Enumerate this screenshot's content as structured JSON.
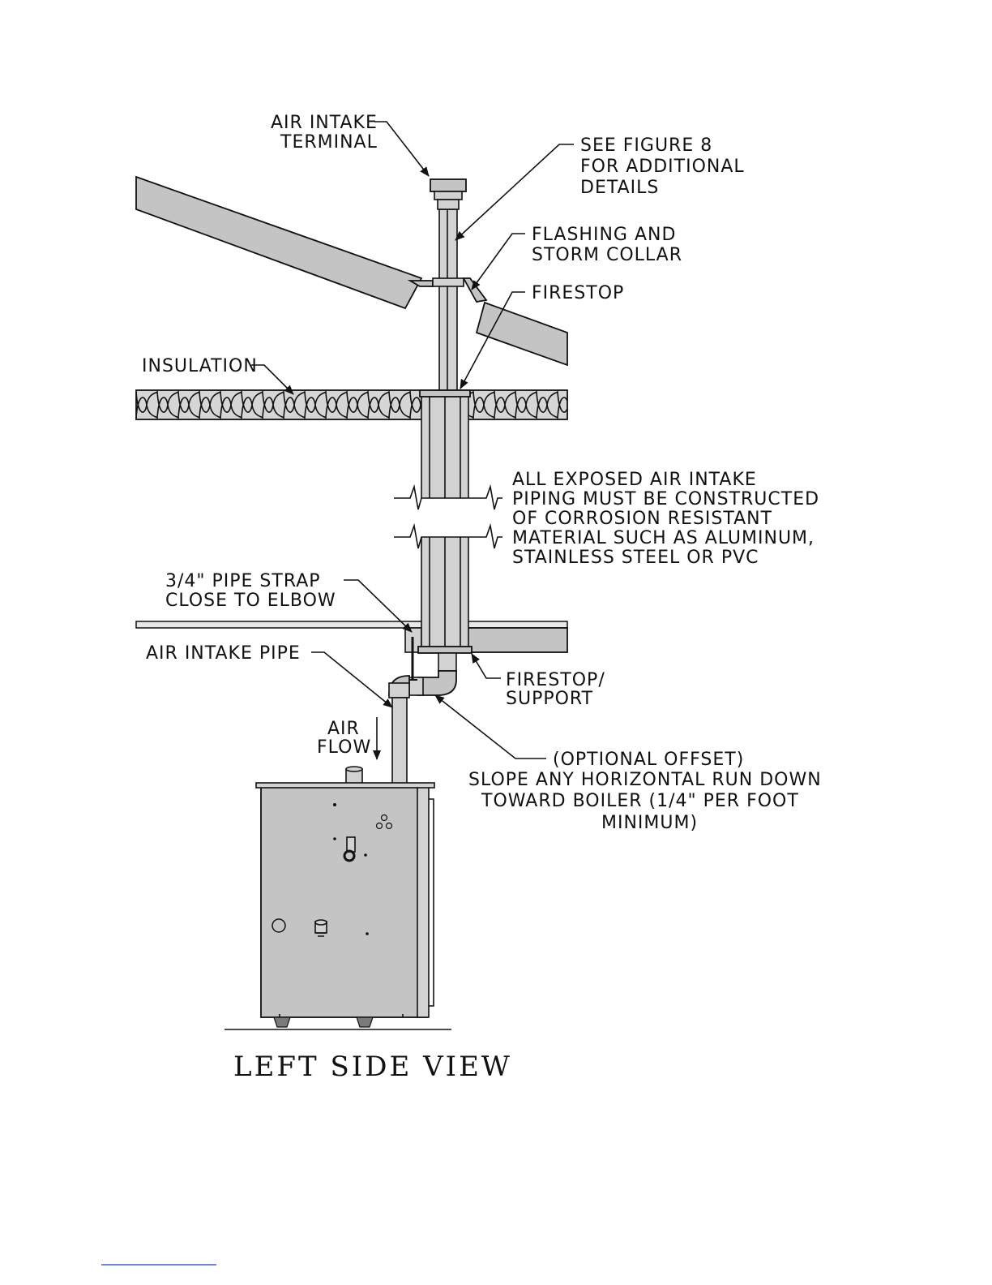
{
  "labels": {
    "air_intake_terminal": [
      "AIR INTAKE",
      "TERMINAL"
    ],
    "see_figure": [
      "SEE FIGURE 8",
      "FOR ADDITIONAL",
      "DETAILS"
    ],
    "flashing": [
      "FLASHING AND",
      "STORM COLLAR"
    ],
    "firestop_top": [
      "FIRESTOP"
    ],
    "insulation": [
      "INSULATION"
    ],
    "exposed_piping_note": [
      "ALL EXPOSED AIR INTAKE",
      "PIPING MUST BE CONSTRUCTED",
      "OF CORROSION RESISTANT",
      "MATERIAL SUCH AS ALUMINUM,",
      "STAINLESS STEEL OR PVC"
    ],
    "pipe_strap": [
      "3/4\" PIPE STRAP",
      "CLOSE TO ELBOW"
    ],
    "air_intake_pipe": [
      "AIR INTAKE PIPE"
    ],
    "firestop_support": [
      "FIRESTOP/",
      "SUPPORT"
    ],
    "air_flow": [
      "AIR",
      "FLOW"
    ],
    "offset_note": [
      "(OPTIONAL OFFSET)",
      "SLOPE ANY HORIZONTAL RUN DOWN",
      "TOWARD BOILER (1/4\" PER FOOT",
      "MINIMUM)"
    ]
  },
  "title": "LEFT SIDE VIEW",
  "colors": {
    "line": "#111111",
    "component_fill": "#c4c4c4",
    "link_underline": "#3a5bd9"
  }
}
